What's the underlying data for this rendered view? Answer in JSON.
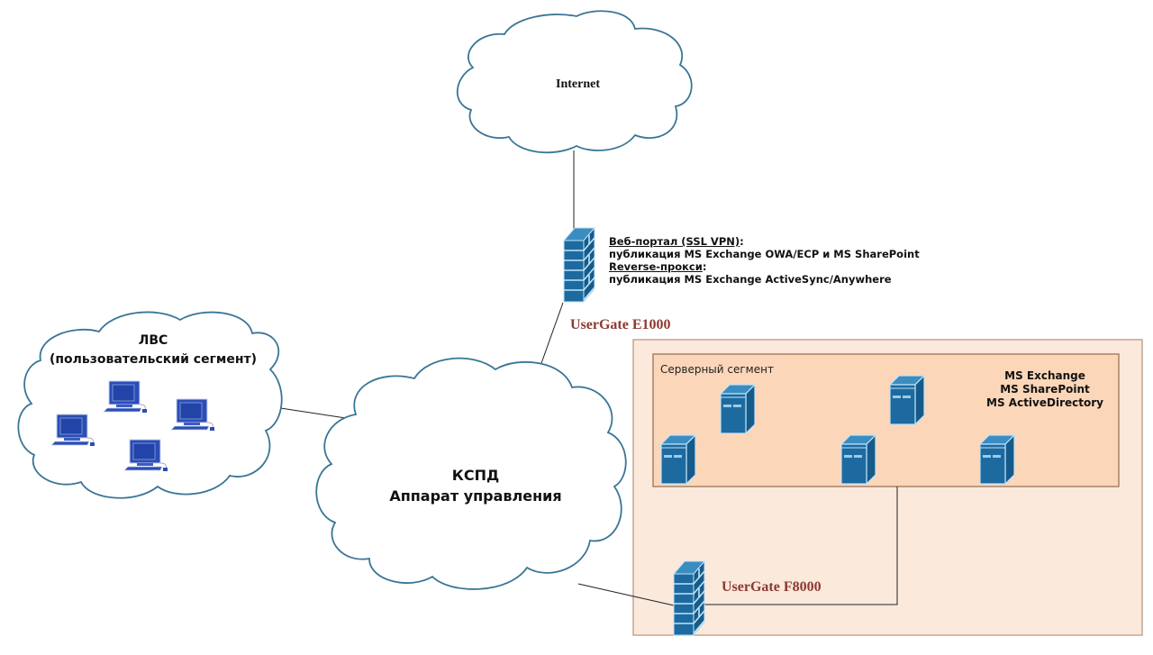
{
  "internet": {
    "label": "Internet"
  },
  "lan": {
    "title": "ЛВС",
    "subtitle": "(пользовательский сегмент)",
    "workstations": 4
  },
  "kspd": {
    "title": "КСПД",
    "subtitle": "Аппарат управления"
  },
  "e1000": {
    "name": "UserGate E1000",
    "notes": [
      {
        "text": "Веб-портал (SSL VPN)",
        "suffix": ":",
        "underline": true
      },
      {
        "text": "публикация MS Exchange OWA/ECP и MS SharePoint",
        "underline": false
      },
      {
        "text": "Reverse-прокси",
        "suffix": ":",
        "underline": true
      },
      {
        "text": "публикация MS Exchange ActiveSync/Anywhere",
        "underline": false
      }
    ]
  },
  "f8000": {
    "name": "UserGate F8000"
  },
  "server_segment": {
    "label": "Серверный сегмент",
    "services": [
      "MS Exchange",
      "MS SharePoint",
      "MS ActiveDirectory"
    ],
    "servers": 5
  },
  "colors": {
    "cloud_stroke": "#3a7596",
    "device_blue": "#1d6aa0",
    "pc_blue": "#2b4db5",
    "outer_zone_fill": "#fbe9dc",
    "outer_zone_stroke": "#b89a86",
    "inner_zone_fill": "#fcd6b8",
    "inner_zone_stroke": "#9c7458",
    "device_label": "#8a3a32"
  }
}
